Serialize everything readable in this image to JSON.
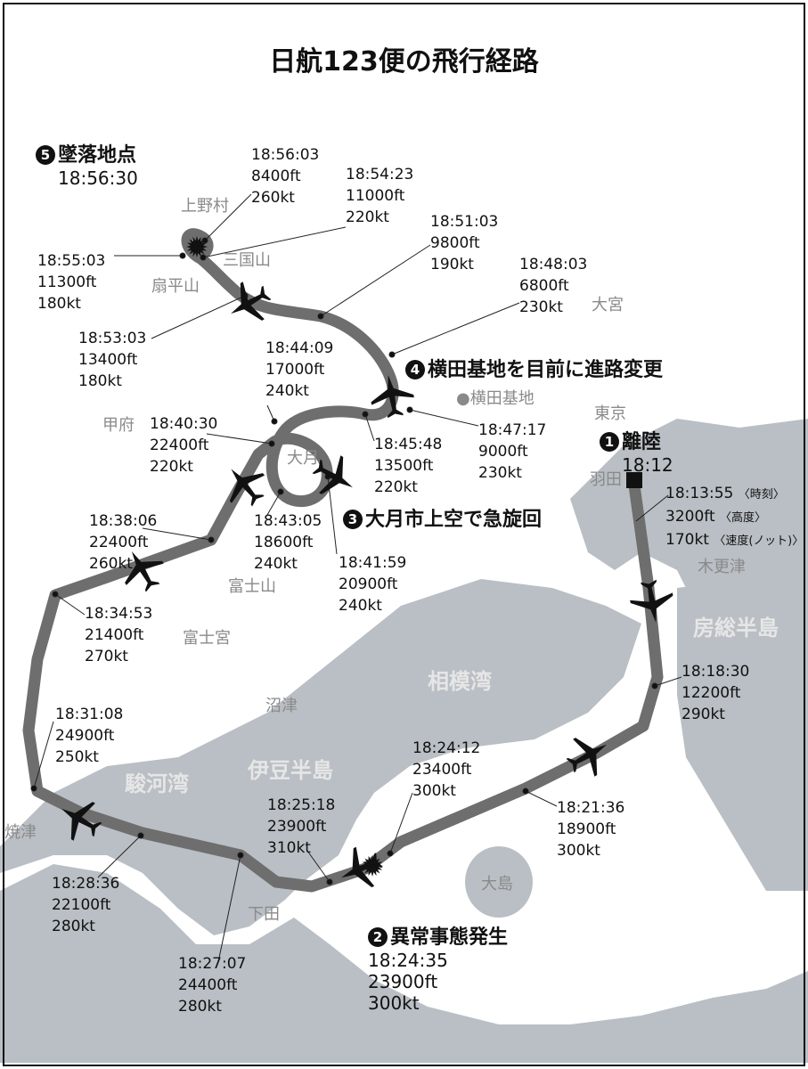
{
  "title": "日航123便の飛行経路",
  "colors": {
    "route": "#6e6e6e",
    "land": "#b9bfc4",
    "text": "#111111",
    "place": "#8a8a8a"
  },
  "events": [
    {
      "num": "1",
      "label": "離陸",
      "time": "18:12"
    },
    {
      "num": "2",
      "label": "異常事態発生",
      "time": "18:24:35",
      "alt": "23900ft",
      "speed": "300kt"
    },
    {
      "num": "3",
      "label": "大月市上空で急旋回"
    },
    {
      "num": "4",
      "label": "横田基地を目前に進路変更"
    },
    {
      "num": "5",
      "label": "墜落地点",
      "time": "18:56:30"
    }
  ],
  "legend": {
    "time": "18:13:55",
    "time_note": "〈時刻〉",
    "alt": "3200ft",
    "alt_note": "〈高度〉",
    "speed": "170kt",
    "speed_note": "〈速度(ノット)〉"
  },
  "points": [
    {
      "time": "18:18:30",
      "alt": "12200ft",
      "speed": "290kt"
    },
    {
      "time": "18:21:36",
      "alt": "18900ft",
      "speed": "300kt"
    },
    {
      "time": "18:24:12",
      "alt": "23400ft",
      "speed": "300kt"
    },
    {
      "time": "18:25:18",
      "alt": "23900ft",
      "speed": "310kt"
    },
    {
      "time": "18:27:07",
      "alt": "24400ft",
      "speed": "280kt"
    },
    {
      "time": "18:28:36",
      "alt": "22100ft",
      "speed": "280kt"
    },
    {
      "time": "18:31:08",
      "alt": "24900ft",
      "speed": "250kt"
    },
    {
      "time": "18:34:53",
      "alt": "21400ft",
      "speed": "270kt"
    },
    {
      "time": "18:38:06",
      "alt": "22400ft",
      "speed": "260kt"
    },
    {
      "time": "18:40:30",
      "alt": "22400ft",
      "speed": "220kt"
    },
    {
      "time": "18:41:59",
      "alt": "20900ft",
      "speed": "240kt"
    },
    {
      "time": "18:43:05",
      "alt": "18600ft",
      "speed": "240kt"
    },
    {
      "time": "18:44:09",
      "alt": "17000ft",
      "speed": "240kt"
    },
    {
      "time": "18:45:48",
      "alt": "13500ft",
      "speed": "220kt"
    },
    {
      "time": "18:47:17",
      "alt": "9000ft",
      "speed": "230kt"
    },
    {
      "time": "18:48:03",
      "alt": "6800ft",
      "speed": "230kt"
    },
    {
      "time": "18:51:03",
      "alt": "9800ft",
      "speed": "190kt"
    },
    {
      "time": "18:53:03",
      "alt": "13400ft",
      "speed": "180kt"
    },
    {
      "time": "18:54:23",
      "alt": "11000ft",
      "speed": "220kt"
    },
    {
      "time": "18:55:03",
      "alt": "11300ft",
      "speed": "180kt"
    },
    {
      "time": "18:56:03",
      "alt": "8400ft",
      "speed": "260kt"
    }
  ],
  "places": {
    "haneda": "羽田",
    "tokyo": "東京",
    "yokota": "●横田基地",
    "omiya": "大宮",
    "kisarazu": "木更津",
    "boso": "房総半島",
    "sagami": "相模湾",
    "oshima": "大島",
    "shimoda": "下田",
    "izu": "伊豆半島",
    "numazu": "沼津",
    "suruga": "駿河湾",
    "yaizu": "焼津",
    "fujinomiya": "富士宮",
    "fujisan": "富士山",
    "otsuki": "大月",
    "kofu": "甲府",
    "ogiyama": "扇平山",
    "mikuniyama": "三国山",
    "uenomura": "上野村"
  }
}
